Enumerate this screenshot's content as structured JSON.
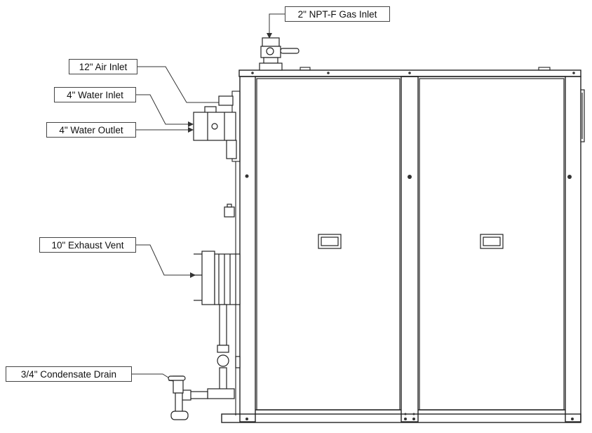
{
  "labels": {
    "gas_inlet": "2\" NPT-F Gas Inlet",
    "air_inlet": "12\" Air Inlet",
    "water_inlet": "4\" Water Inlet",
    "water_outlet": "4\" Water Outlet",
    "exhaust_vent": "10\" Exhaust Vent",
    "condensate_drain": "3/4\" Condensate Drain"
  }
}
